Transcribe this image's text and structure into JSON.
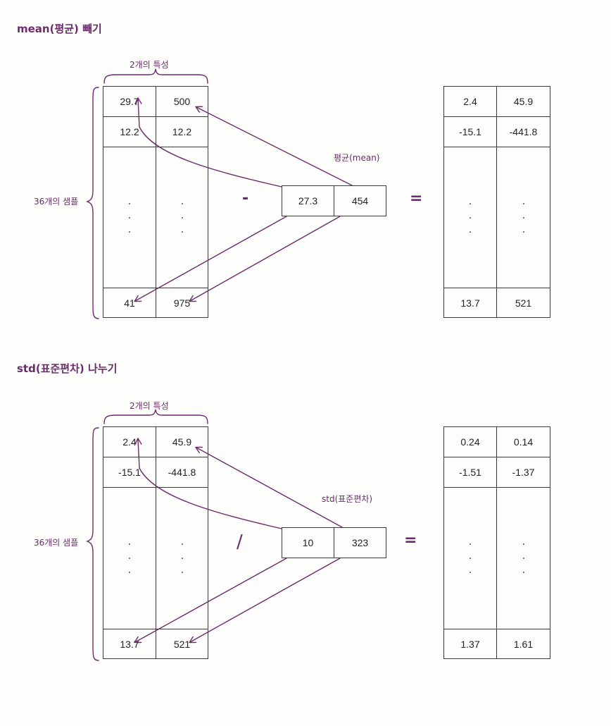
{
  "section1": {
    "title": "mean(평균) 빼기",
    "features_label": "2개의 특성",
    "samples_label": "36개의 샘플",
    "vector_label": "평균(mean)",
    "operator": "-",
    "equals": "=",
    "input": {
      "rows": [
        [
          "29.7",
          "500"
        ],
        [
          "12.2",
          "12.2"
        ]
      ],
      "last": [
        "41",
        "975"
      ]
    },
    "vector": [
      "27.3",
      "454"
    ],
    "output": {
      "rows": [
        [
          "2.4",
          "45.9"
        ],
        [
          "-15.1",
          "-441.8"
        ]
      ],
      "last": [
        "13.7",
        "521"
      ]
    }
  },
  "section2": {
    "title": "std(표준편차) 나누기",
    "features_label": "2개의 특성",
    "samples_label": "36개의 샘플",
    "vector_label": "std(표준편차)",
    "operator": "/",
    "equals": "=",
    "input": {
      "rows": [
        [
          "2.4",
          "45.9"
        ],
        [
          "-15.1",
          "-441.8"
        ]
      ],
      "last": [
        "13.7",
        "521"
      ]
    },
    "vector": [
      "10",
      "323"
    ],
    "output": {
      "rows": [
        [
          "0.24",
          "0.14"
        ],
        [
          "-1.51",
          "-1.37"
        ]
      ],
      "last": [
        "1.37",
        "1.61"
      ]
    }
  },
  "colors": {
    "accent": "#6a2c6a",
    "line": "#3a3a3a"
  }
}
